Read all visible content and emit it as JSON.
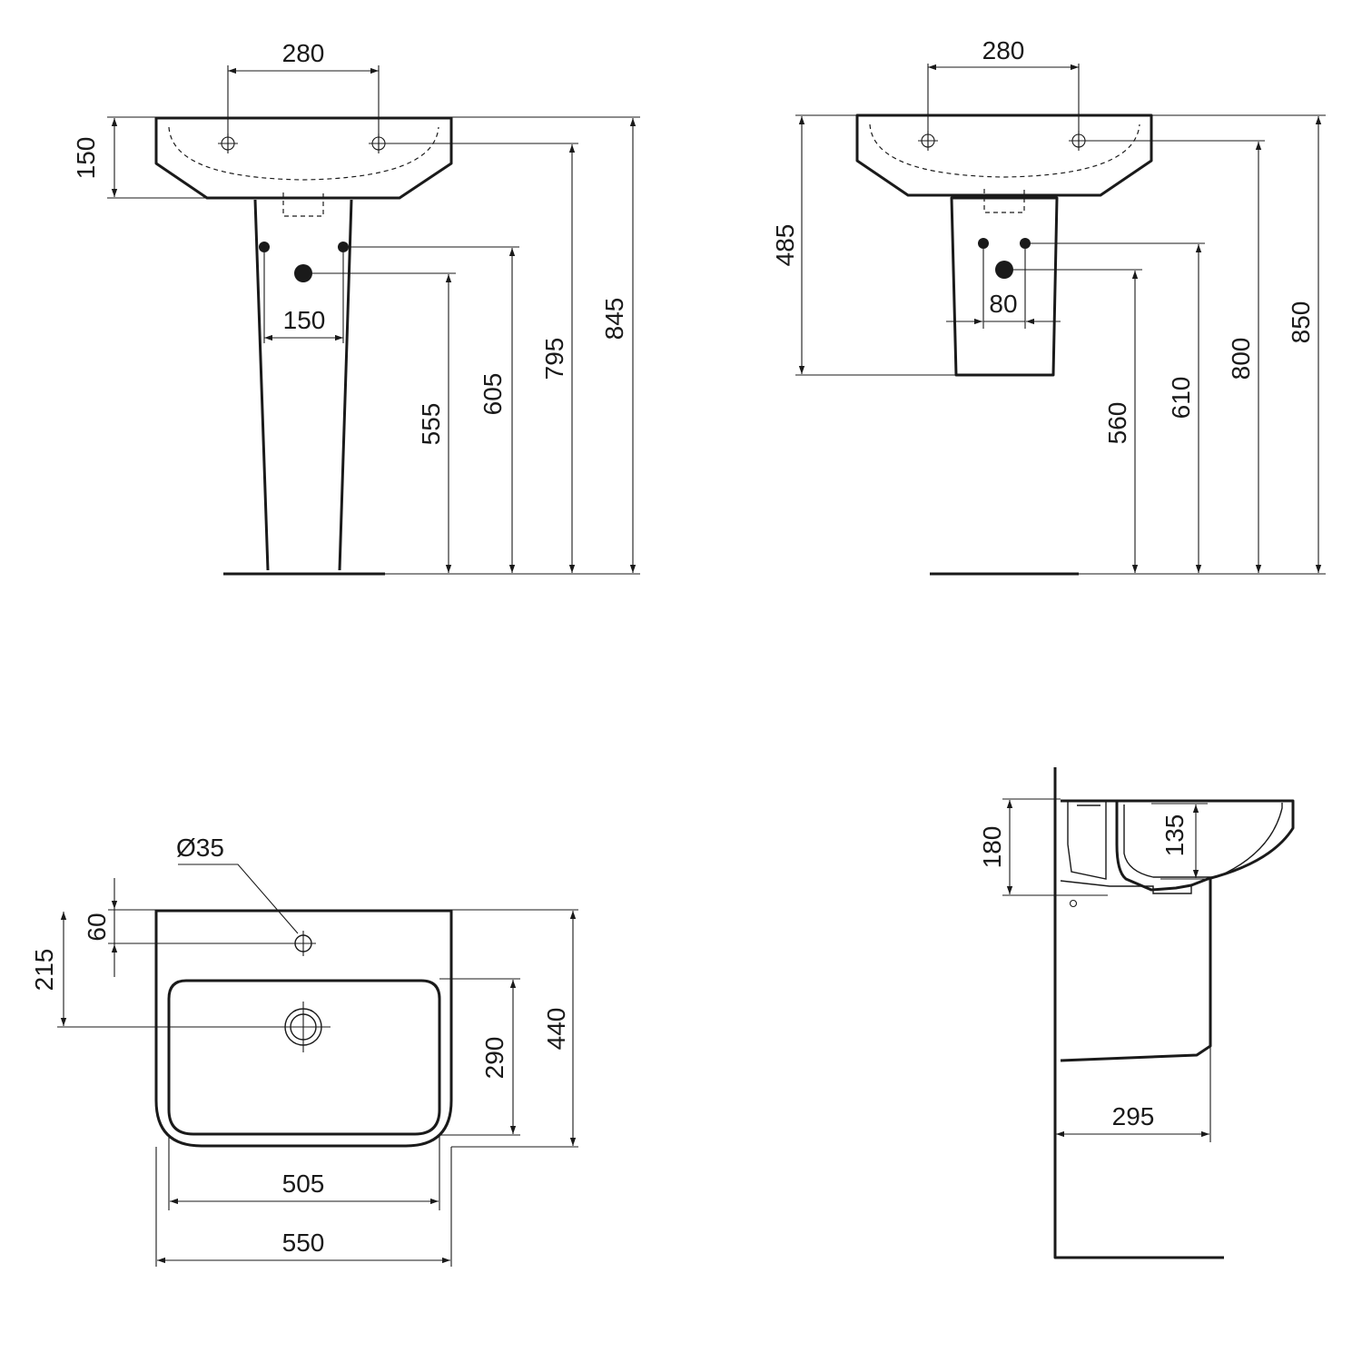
{
  "palette": {
    "line": "#1a1a1a",
    "background": "#ffffff"
  },
  "pedestal_view": {
    "tap_spacing": "280",
    "rim_height": "150",
    "supply_spacing": "150",
    "waste_height": "555",
    "supply_height": "605",
    "tap_height": "795",
    "rim_top_height": "845"
  },
  "semi_pedestal_view": {
    "tap_spacing": "280",
    "pedestal_drop": "485",
    "supply_spacing": "80",
    "waste_height": "560",
    "supply_height": "610",
    "tap_height": "800",
    "rim_top_height": "850"
  },
  "plan_view": {
    "tap_hole_diameter": "Ø35",
    "tap_hole_offset": "60",
    "waste_offset": "215",
    "bowl_depth": "290",
    "overall_depth": "440",
    "bowl_width": "505",
    "overall_width": "550"
  },
  "side_view": {
    "basin_height": "180",
    "bowl_depth": "135",
    "projection": "295"
  }
}
